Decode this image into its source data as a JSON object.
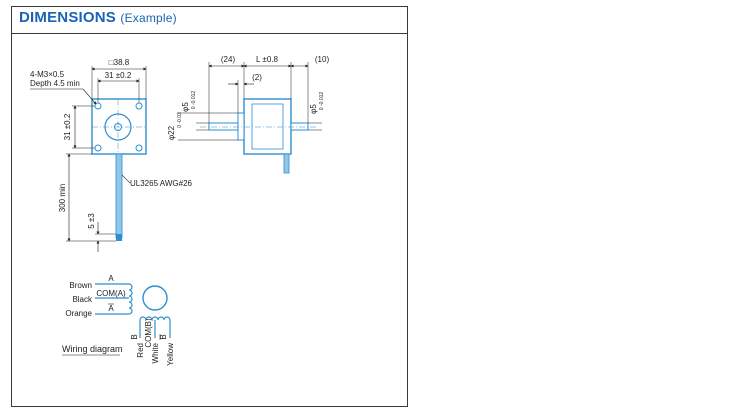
{
  "title": {
    "main": "DIMENSIONS",
    "sub": "(Example)"
  },
  "front_view": {
    "frame_size": "□38.8",
    "hole_pitch_h": "31 ±0.2",
    "hole_pitch_v": "31 ±0.2",
    "thread_line1": "4-M3×0.5",
    "thread_line2": "Depth 4.5 min",
    "cable_label": "UL3265 AWG#26",
    "lead_length": "300 min",
    "strip_length": "5 ±3"
  },
  "side_view": {
    "dim_24": "(24)",
    "dim_L": "L ±0.8",
    "dim_10": "(10)",
    "dim_2": "(2)",
    "dia_left_main": "φ5",
    "dia_left_tol": "0 -0.012",
    "dia_pilot_main": "φ22",
    "dia_pilot_tol": "0 -0.03",
    "dia_right_main": "φ5",
    "dia_right_tol": "0 -0.012"
  },
  "wiring": {
    "caption": "Wiring diagram",
    "left_leads": [
      "Brown",
      "Black",
      "Orange"
    ],
    "left_signals": [
      "A",
      "COM(A)",
      "A"
    ],
    "bottom_signals": [
      "B",
      "COM(B)",
      "B"
    ],
    "bottom_leads": [
      "Red",
      "White",
      "Yellow"
    ]
  },
  "colors": {
    "title": "#1a63b5",
    "part": "#2e8fd0",
    "part_light": "#8fc6ea",
    "line": "#1d1d1d"
  }
}
